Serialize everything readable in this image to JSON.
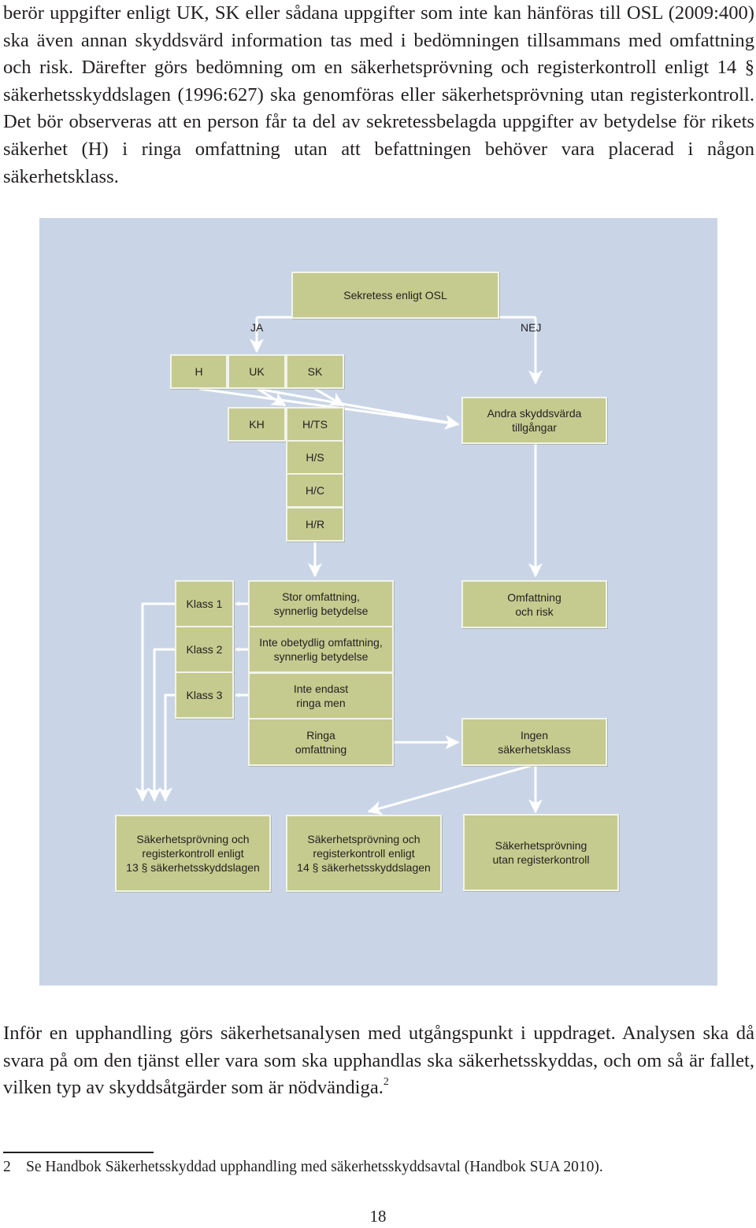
{
  "text": {
    "para1": "berör uppgifter enligt UK, SK eller sådana uppgifter som inte kan hänföras till OSL (2009:400) ska även annan skyddsvärd information tas med i bedömningen tillsam­mans med omfattning och risk. Därefter görs bedömning om en säkerhetsprövning och registerkontroll enligt 14 § säkerhetsskyddslagen (1996:627) ska genomföras eller säkerhetsprövning utan registerkontroll. Det bör observeras att en person får ta del av sekretessbelagda uppgifter av betydelse för rikets säkerhet (H) i ringa omfattning utan att befattningen behöver vara placerad i någon säkerhetsklass.",
    "para2": "Inför en upphandling görs säkerhetsanalysen med utgångspunkt i uppdraget. Analy­sen ska då svara på om den tjänst eller vara som ska upphandlas ska säkerhetsskyddas, och om så är fallet, vilken typ av skyddsåtgärder som är nödvändiga.",
    "para2_ref": "2"
  },
  "diagram": {
    "root": "Sekretess enligt OSL",
    "yes": "JA",
    "no": "NEJ",
    "categories": {
      "h": "H",
      "uk": "UK",
      "sk": "SK"
    },
    "levels": {
      "kh": "KH",
      "hts": "H/TS",
      "hs": "H/S",
      "hc": "H/C",
      "hr": "H/R"
    },
    "other_assets": "Andra skyddsvärda\ntillgångar",
    "scope_risk": "Omfattning\noch risk",
    "classes": {
      "klass1": "Klass 1",
      "klass2": "Klass 2",
      "klass3": "Klass 3"
    },
    "scopes": {
      "stor": "Stor omfattning,\nsynnerlig betydelse",
      "inte_obetydlig": "Inte obetydlig omfattning,\nsynnerlig betydelse",
      "inte_endast": "Inte endast\nringa men",
      "ringa": "Ringa\nomfattning"
    },
    "no_class": "Ingen\nsäkerhetsklass",
    "outcomes": {
      "par13": "Säkerhetsprövning och\nregisterkontroll enligt\n13 § säkerhetsskyddslagen",
      "par14": "Säkerhetsprövning och\nregisterkontroll enligt\n14 § säkerhetsskyddslagen",
      "utan": "Säkerhetsprövning\nutan registerkontroll"
    },
    "colors": {
      "background": "#c9d5e6",
      "box": "#c5ca8f",
      "border": "#f2f4ea",
      "connector": "#ffffff"
    }
  },
  "footnote": {
    "number": "2",
    "text": "Se Handbok Säkerhetsskyddad upphandling med säkerhetsskyddsavtal (Handbok SUA 2010)."
  },
  "page_number": "18"
}
